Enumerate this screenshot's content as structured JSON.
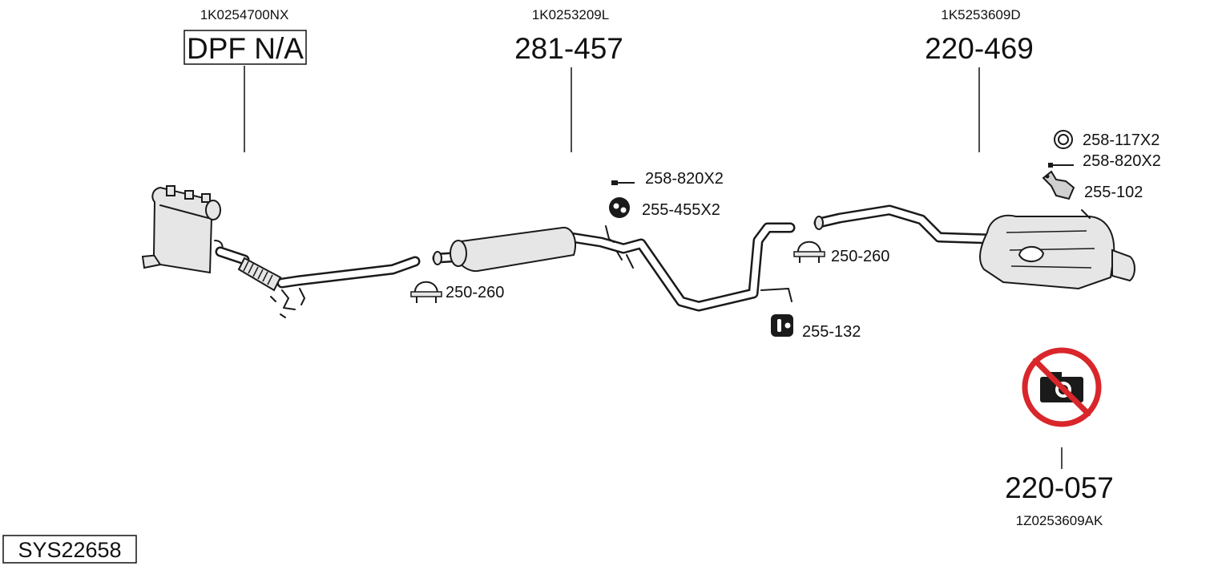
{
  "parts": {
    "dpf": {
      "oe": "1K0254700NX",
      "number": "DPF N/A"
    },
    "middle": {
      "oe": "1K0253209L",
      "number": "281-457"
    },
    "rear": {
      "oe": "1K5253609D",
      "number": "220-469"
    },
    "alt_rear": {
      "oe": "1Z0253609AK",
      "number": "220-057"
    }
  },
  "accessories": {
    "bolt_a": "258-820X2",
    "hanger_a": "255-455X2",
    "clamp_a": "250-260",
    "clamp_b": "250-260",
    "hanger_b": "255-132",
    "ring": "258-117X2",
    "bolt_b": "258-820X2",
    "bracket": "255-102"
  },
  "system": {
    "code": "SYS22658"
  },
  "icons": {
    "no_photo": "no-photo-icon",
    "clamp": "u-clamp-icon",
    "hanger": "rubber-hanger-icon",
    "bolt": "bolt-icon",
    "ring": "sealing-ring-icon",
    "bracket": "bracket-icon"
  },
  "colors": {
    "no_photo_ring": "#d9262b",
    "line": "#111111"
  }
}
